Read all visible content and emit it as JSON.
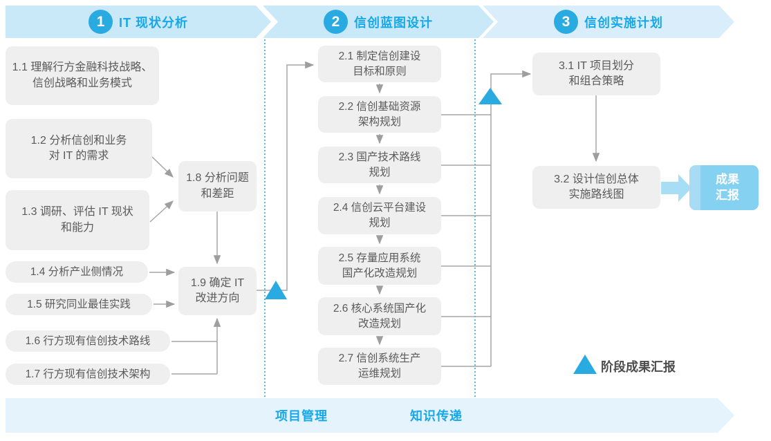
{
  "phases": [
    {
      "number": "1",
      "title": "IT 现状分析"
    },
    {
      "number": "2",
      "title": "信创蓝图设计"
    },
    {
      "number": "3",
      "title": "信创实施计划"
    }
  ],
  "boxes": {
    "b11": "1.1 理解行方金融科技战略、\n信创战略和业务模式",
    "b12": "1.2 分析信创和业务\n对 IT 的需求",
    "b13": "1.3 调研、评估 IT 现状\n和能力",
    "b14": "1.4 分析产业侧情况",
    "b15": "1.5 研究同业最佳实践",
    "b16": "1.6 行方现有信创技术路线",
    "b17": "1.7 行方现有信创技术架构",
    "b18": "1.8 分析问题\n和差距",
    "b19": "1.9 确定 IT\n改进方向",
    "b21": "2.1 制定信创建设\n目标和原则",
    "b22": "2.2 信创基础资源\n架构规划",
    "b23": "2.3 国产技术路线\n规划",
    "b24": "2.4 信创云平台建设\n规划",
    "b25": "2.5 存量应用系统\n国产化改造规划",
    "b26": "2.6 核心系统国产化\n改造规划",
    "b27": "2.7 信创系统生产\n运维规划",
    "b31": "3.1 IT 项目划分\n和组合策略",
    "b32": "3.2 设计信创总体\n实施路线图"
  },
  "result_box": {
    "label": "成果\n汇报"
  },
  "legend": {
    "label": "阶段成果汇报"
  },
  "footer": {
    "items": [
      "项目管理",
      "知识传递"
    ]
  },
  "colors": {
    "accent_blue": "#29abe2",
    "title_blue": "#18a8e8",
    "banner_fill": "#c9e8f8",
    "banner_fill_light": "#d9eefa",
    "box_gray": "#efefef",
    "box_text": "#5a5a5a",
    "connector_gray": "#9e9e9e",
    "result_fill": "#85d1f2",
    "result_arrow": "#a8ddf6",
    "footer_fill": "#e4f3fc"
  }
}
